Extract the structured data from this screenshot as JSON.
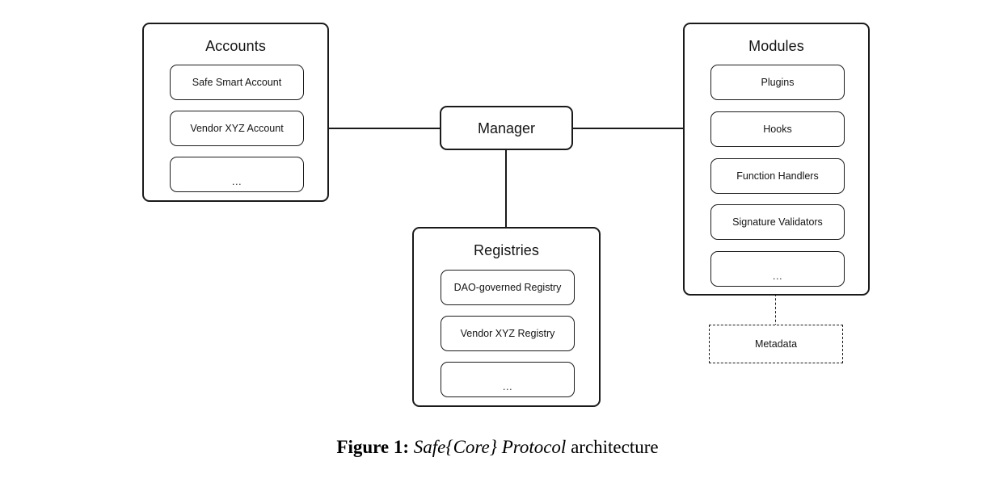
{
  "figure": {
    "caption_label": "Figure 1:",
    "caption_emphasis": "Safe{Core} Protocol",
    "caption_rest": "architecture"
  },
  "diagram": {
    "type": "architecture-block-diagram",
    "groups": [
      {
        "id": "accounts",
        "title": "Accounts",
        "items": [
          {
            "label": "Safe Smart Account",
            "style": "solid"
          },
          {
            "label": "Vendor XYZ Account",
            "style": "solid"
          },
          {
            "label": "...",
            "style": "solid"
          }
        ]
      },
      {
        "id": "modules",
        "title": "Modules",
        "items": [
          {
            "label": "Plugins",
            "style": "solid"
          },
          {
            "label": "Hooks",
            "style": "solid"
          },
          {
            "label": "Function Handlers",
            "style": "solid"
          },
          {
            "label": "Signature Validators",
            "style": "solid"
          },
          {
            "label": "...",
            "style": "solid"
          }
        ]
      },
      {
        "id": "registries",
        "title": "Registries",
        "items": [
          {
            "label": "DAO-governed Registry",
            "style": "solid"
          },
          {
            "label": "Vendor XYZ Registry",
            "style": "solid"
          },
          {
            "label": "...",
            "style": "solid"
          }
        ]
      }
    ],
    "nodes": [
      {
        "id": "manager",
        "label": "Manager",
        "style": "solid"
      },
      {
        "id": "metadata",
        "label": "Metadata",
        "style": "dashed"
      }
    ],
    "connections": [
      {
        "from": "accounts",
        "to": "manager",
        "orientation": "horizontal",
        "style": "solid"
      },
      {
        "from": "manager",
        "to": "modules",
        "orientation": "horizontal",
        "style": "solid"
      },
      {
        "from": "manager",
        "to": "registries",
        "orientation": "vertical",
        "style": "solid"
      },
      {
        "from": "modules",
        "to": "metadata",
        "orientation": "vertical",
        "style": "dashed"
      }
    ],
    "colors": {
      "background": "#ffffff",
      "stroke": "#1a1a1a",
      "text": "#141414"
    }
  }
}
